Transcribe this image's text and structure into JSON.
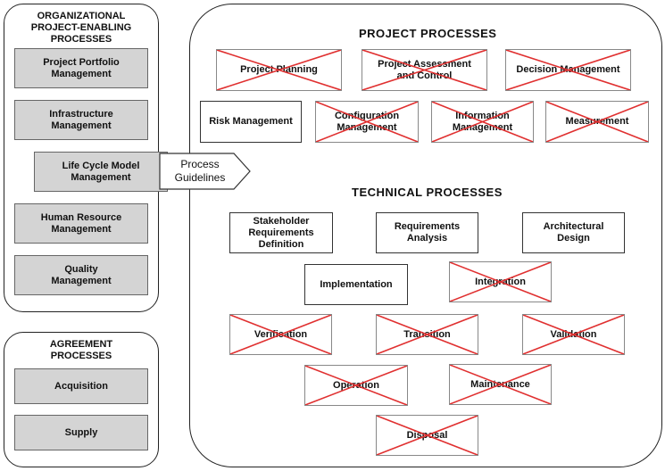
{
  "colors": {
    "cross": "#e03030",
    "gray_fill": "#d4d4d4"
  },
  "org_group": {
    "title": "ORGANIZATIONAL\nPROJECT-ENABLING\nPROCESSES",
    "items": [
      {
        "key": "portfolio",
        "label": "Project Portfolio\nManagement"
      },
      {
        "key": "infrastructure",
        "label": "Infrastructure\nManagement"
      },
      {
        "key": "lifecycle",
        "label": "Life Cycle Model\nManagement"
      },
      {
        "key": "hr",
        "label": "Human Resource\nManagement"
      },
      {
        "key": "quality",
        "label": "Quality\nManagement"
      }
    ]
  },
  "callout": {
    "label": "Process\nGuidelines"
  },
  "agreement_group": {
    "title": "AGREEMENT\nPROCESSES",
    "items": [
      {
        "key": "acquisition",
        "label": "Acquisition"
      },
      {
        "key": "supply",
        "label": "Supply"
      }
    ]
  },
  "project_group": {
    "title": "PROJECT PROCESSES",
    "items": [
      {
        "key": "planning",
        "label": "Project Planning",
        "removed": true
      },
      {
        "key": "assessment",
        "label": "Project Assessment\nand Control",
        "removed": true
      },
      {
        "key": "decision",
        "label": "Decision Management",
        "removed": true
      },
      {
        "key": "risk",
        "label": "Risk Management",
        "removed": false
      },
      {
        "key": "configuration",
        "label": "Configuration\nManagement",
        "removed": true
      },
      {
        "key": "information",
        "label": "Information\nManagement",
        "removed": true
      },
      {
        "key": "measurement",
        "label": "Measurement",
        "removed": true
      }
    ]
  },
  "technical_group": {
    "title": "TECHNICAL PROCESSES",
    "items": [
      {
        "key": "stakeholder",
        "label": "Stakeholder\nRequirements\nDefinition",
        "removed": false
      },
      {
        "key": "requirements",
        "label": "Requirements\nAnalysis",
        "removed": false
      },
      {
        "key": "architecture",
        "label": "Architectural\nDesign",
        "removed": false
      },
      {
        "key": "implementation",
        "label": "Implementation",
        "removed": false
      },
      {
        "key": "integration",
        "label": "Integration",
        "removed": true
      },
      {
        "key": "verification",
        "label": "Verification",
        "removed": true
      },
      {
        "key": "transition",
        "label": "Transition",
        "removed": true
      },
      {
        "key": "validation",
        "label": "Validation",
        "removed": true
      },
      {
        "key": "operation",
        "label": "Operation",
        "removed": true
      },
      {
        "key": "maintenance",
        "label": "Maintenance",
        "removed": true
      },
      {
        "key": "disposal",
        "label": "Disposal",
        "removed": true
      }
    ]
  }
}
